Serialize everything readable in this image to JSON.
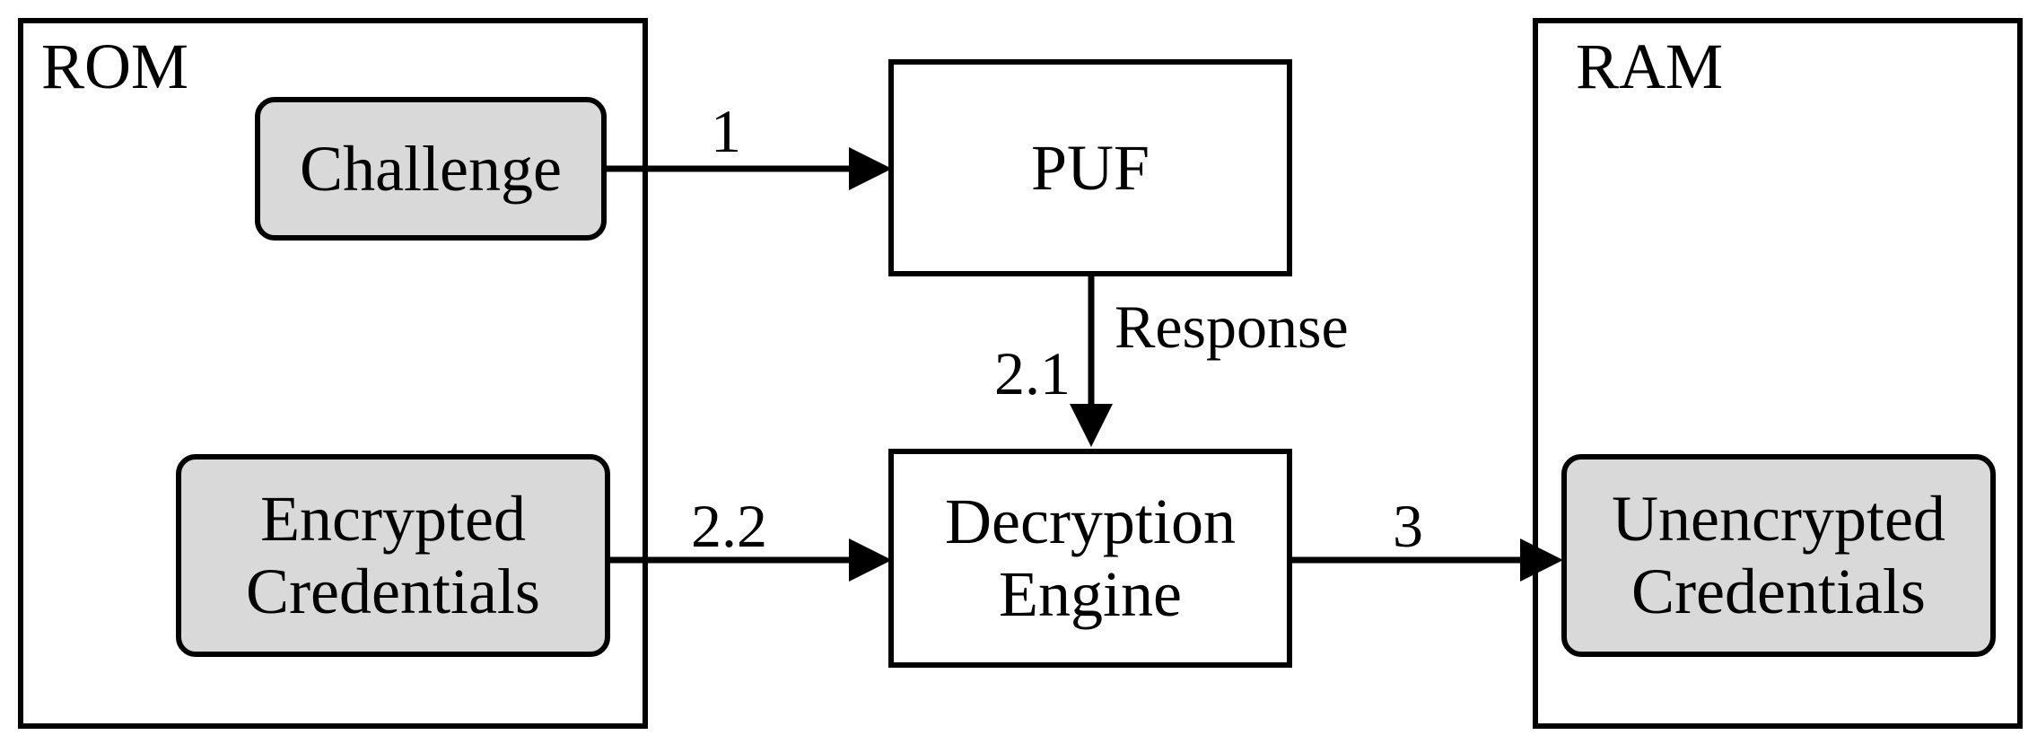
{
  "containers": {
    "rom": {
      "label": "ROM"
    },
    "ram": {
      "label": "RAM"
    }
  },
  "nodes": {
    "challenge": {
      "label": "Challenge",
      "color": "#d9d9d9"
    },
    "puf": {
      "label": "PUF"
    },
    "encrypted_credentials": {
      "line1": "Encrypted",
      "line2": "Credentials",
      "color": "#d9d9d9"
    },
    "decryption_engine": {
      "line1": "Decryption",
      "line2": "Engine"
    },
    "unencrypted_credentials": {
      "line1": "Unencrypted",
      "line2": "Credentials",
      "color": "#d9d9d9"
    }
  },
  "edges": {
    "challenge_to_puf": {
      "label": "1"
    },
    "puf_to_decryption": {
      "label": "2.1",
      "name": "Response"
    },
    "encrypted_to_decryption": {
      "label": "2.2"
    },
    "decryption_to_unencrypted": {
      "label": "3"
    }
  }
}
